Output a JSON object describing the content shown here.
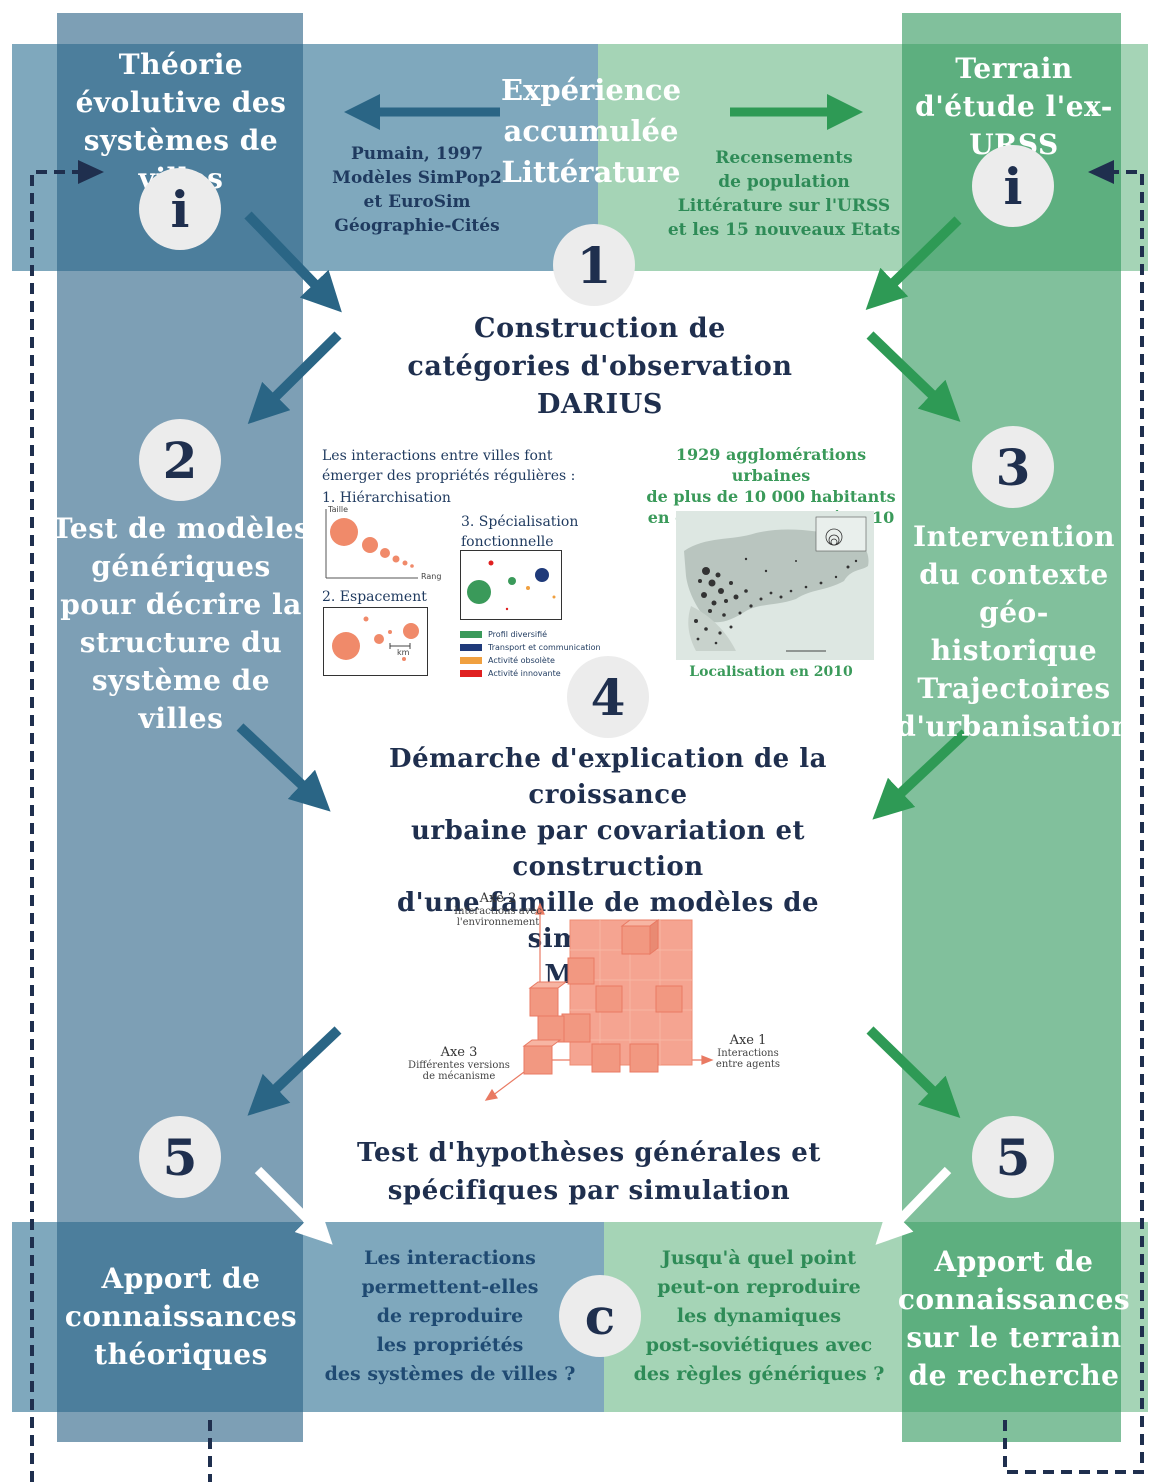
{
  "header": {
    "left_title": "Théorie évolutive des systèmes de villes",
    "center_title": "Expérience accumulée Littérature",
    "right_title": "Terrain d'étude l'ex-URSS",
    "left_refs": [
      "Pumain, 1997",
      "Modèles SimPop2",
      "et EuroSim",
      "Géographie-Cités"
    ],
    "right_refs": [
      "Recensements",
      "de population",
      "Littérature sur l'URSS",
      "et les 15 nouveaux Etats"
    ]
  },
  "markers": {
    "info": "i",
    "step1": "1",
    "step2": "2",
    "step3": "3",
    "step4": "4",
    "step5": "5",
    "conclusion": "c"
  },
  "step1": {
    "title": [
      "Construction de",
      "catégories d'observation",
      "DARIUS"
    ]
  },
  "step2": {
    "text": [
      "Test de modèles",
      "génériques",
      "pour décrire la",
      "structure du",
      "système de villes"
    ]
  },
  "step3": {
    "text": [
      "Intervention",
      "du contexte",
      "géo-historique",
      "Trajectoires",
      "d'urbanisation"
    ]
  },
  "properties": {
    "intro": [
      "Les interactions entre villes font",
      "émerger des propriétés régulières :"
    ],
    "p1": "1. Hiérarchisation",
    "p1_y": "Taille",
    "p1_x": "Rang",
    "p2": "2. Espacement",
    "p2_scale": "km",
    "p3": [
      "3. Spécialisation",
      "fonctionnelle"
    ],
    "legend": [
      {
        "label": "Profil diversifié",
        "color": "#3a9a5a"
      },
      {
        "label": "Transport et communication",
        "color": "#1f3a7a"
      },
      {
        "label": "Activité obsolète",
        "color": "#f0a040"
      },
      {
        "label": "Activité innovante",
        "color": "#e02020"
      }
    ]
  },
  "map": {
    "caption": [
      "1929 agglomérations urbaines",
      "de plus de 10 000 habitants",
      "en ex-URSS de 1840 à 2010"
    ],
    "location": "Localisation en 2010"
  },
  "step4": {
    "title": [
      "Démarche d'explication de la croissance",
      "urbaine par covariation et construction",
      "d'une famille de modèles de simulation",
      "MARIUS"
    ]
  },
  "cube": {
    "axis2_title": "Axe 2",
    "axis2_sub": [
      "Interactions avec",
      "l'environnement"
    ],
    "axis1_title": "Axe 1",
    "axis1_sub": [
      "Interactions",
      "entre agents"
    ],
    "axis3_title": "Axe 3",
    "axis3_sub": [
      "Différentes versions",
      "de mécanisme"
    ]
  },
  "step5": {
    "title": [
      "Test d'hypothèses générales et",
      "spécifiques par simulation"
    ]
  },
  "footer": {
    "left_title": [
      "Apport de",
      "connaissances",
      "théoriques"
    ],
    "right_title": [
      "Apport de",
      "connaissances",
      "sur le terrain",
      "de recherche"
    ],
    "question_left": [
      "Les interactions",
      "permettent-elles",
      "de reproduire",
      "les propriétés",
      "des systèmes de villes ?"
    ],
    "question_right": [
      "Jusqu'à quel point",
      "peut-on reproduire",
      "les dynamiques",
      "post-soviétiques avec",
      "des règles génériques ?"
    ]
  },
  "colors": {
    "blue_light": "#7fa8bd",
    "blue_dark": "#457c9a",
    "green_light": "#a5d4b6",
    "green_dark": "#5aae7b",
    "navy": "#1f2f4e",
    "arrow_blue": "#2e6a8a",
    "arrow_green": "#2e9a55"
  }
}
